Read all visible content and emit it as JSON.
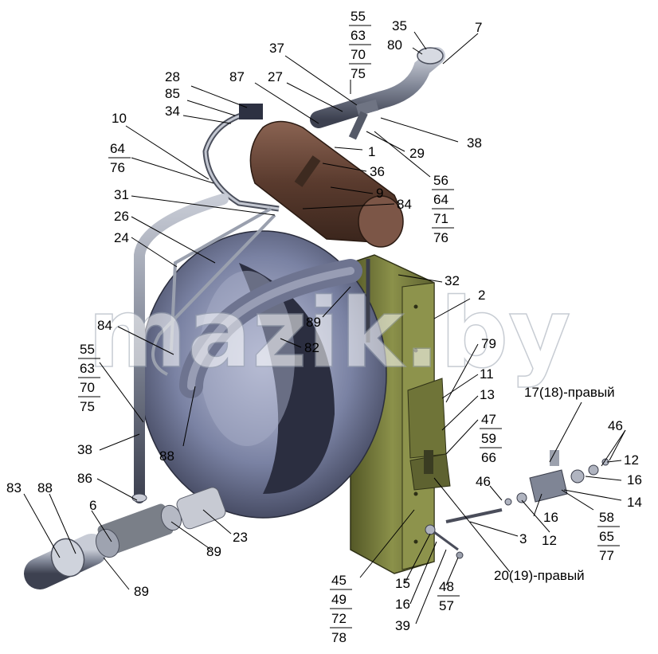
{
  "watermark": "mazik.by",
  "labels": {
    "l55a": "55",
    "l63a": "63",
    "l70a": "70",
    "l75a": "75",
    "l35": "35",
    "l80": "80",
    "l7": "7",
    "l37": "37",
    "l28": "28",
    "l85": "85",
    "l34": "34",
    "l87": "87",
    "l27": "27",
    "l10": "10",
    "l64a": "64",
    "l76a": "76",
    "l1": "1",
    "l29": "29",
    "l38a": "38",
    "l36": "36",
    "l9": "9",
    "l84a": "84",
    "l56": "56",
    "l64b": "64",
    "l71": "71",
    "l76b": "76",
    "l31": "31",
    "l26": "26",
    "l24": "24",
    "l32": "32",
    "l2": "2",
    "l84b": "84",
    "l89a": "89",
    "l82": "82",
    "l79": "79",
    "l55b": "55",
    "l63b": "63",
    "l70b": "70",
    "l75b": "75",
    "l11": "11",
    "l13": "13",
    "l1718": "17(18)-правый",
    "l46a": "46",
    "l47": "47",
    "l59": "59",
    "l66": "66",
    "l12a": "12",
    "l16a": "16",
    "l14": "14",
    "l38b": "38",
    "l88a": "88",
    "l46b": "46",
    "l86": "86",
    "l16b": "16",
    "l58": "58",
    "l65": "65",
    "l77": "77",
    "l12b": "12",
    "l83": "83",
    "l88b": "88",
    "l6": "6",
    "l23": "23",
    "l3": "3",
    "l89b": "89",
    "l89c": "89",
    "l2019": "20(19)-правый",
    "l45": "45",
    "l49": "49",
    "l72": "72",
    "l78": "78",
    "l15": "15",
    "l16c": "16",
    "l39": "39",
    "l48": "48",
    "l57": "57"
  },
  "colors": {
    "shroud": "#6d7693",
    "frame": "#7a7f3e",
    "tank": "#6e4b3c",
    "pipe": "#8a8f9c"
  }
}
